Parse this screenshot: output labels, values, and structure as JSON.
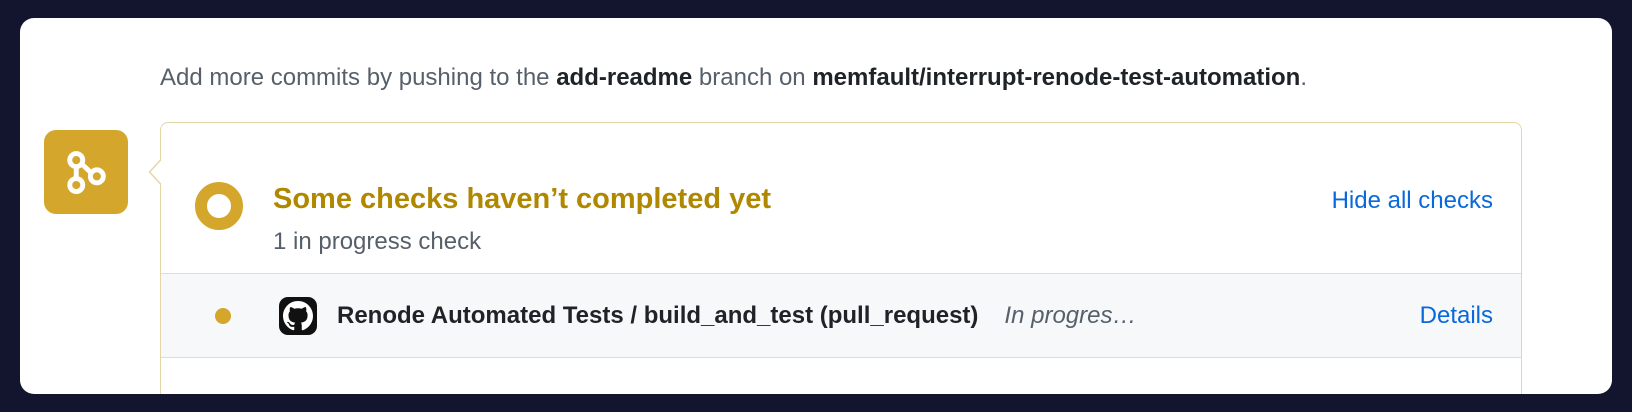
{
  "banner": {
    "prefix": "Add more commits by pushing to the ",
    "branch": "add-readme",
    "middle": " branch on ",
    "repo": "memfault/interrupt-renode-test-automation",
    "suffix": "."
  },
  "checks_box": {
    "status_title": "Some checks haven’t completed yet",
    "status_subtitle": "1 in progress check",
    "hide_all_label": "Hide all checks",
    "rows": [
      {
        "name": "Renode Automated Tests / build_and_test (pull_request)",
        "status": "In progres…",
        "details_label": "Details"
      }
    ]
  },
  "icons": {
    "timeline": "git-commit-graph-icon",
    "status": "in-progress-ring",
    "row_marker": "pending-dot",
    "row_avatar": "github-logo-icon"
  },
  "colors": {
    "page_background": "#13152e",
    "accent_yellow": "#d4a72c",
    "attention_text": "#b08800",
    "link_blue": "#0969da",
    "row_background": "#f6f8fa",
    "box_border": "#e3d7a8"
  }
}
